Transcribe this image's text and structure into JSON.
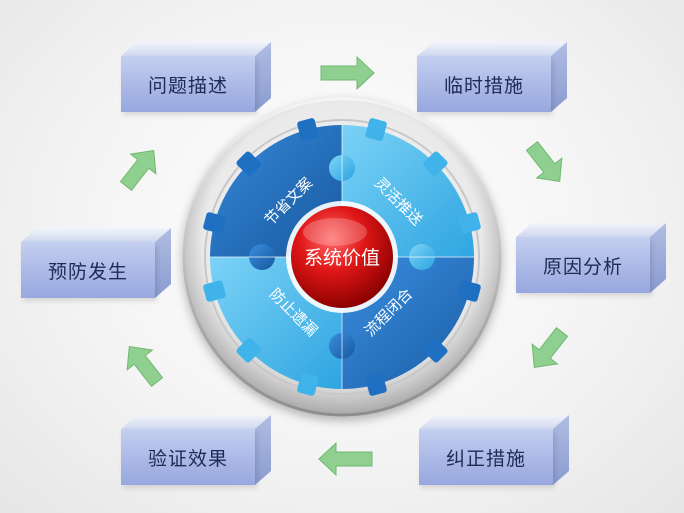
{
  "steps": {
    "s1": "问题描述",
    "s2": "临时措施",
    "s3": "原因分析",
    "s4": "纠正措施",
    "s5": "验证效果",
    "s6": "预防发生"
  },
  "center": {
    "core": "系统价值",
    "q1": "节省文案",
    "q2": "灵活推送",
    "q3": "流程闭合",
    "q4": "防止遗漏"
  },
  "colors": {
    "arrow": "#8fcf8f",
    "box": "#aab8e6",
    "gear_dark": "#1f6fc2",
    "gear_light": "#3fb3ea",
    "core": "#cc1010"
  }
}
